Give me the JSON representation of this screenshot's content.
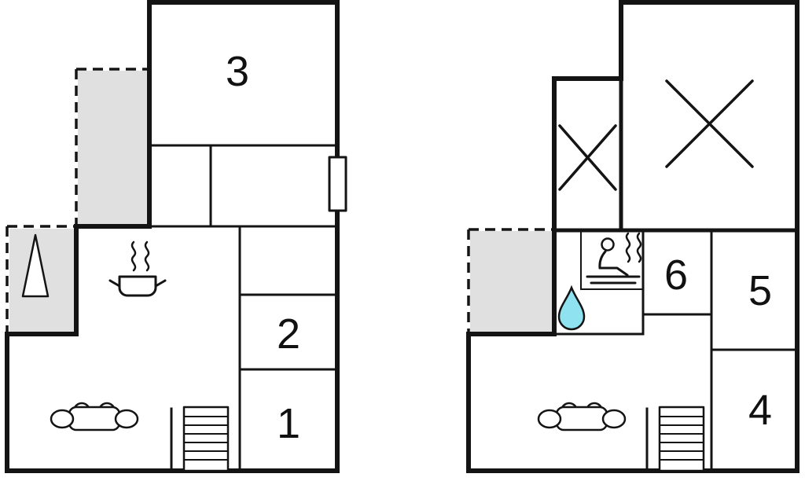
{
  "title": "Two-storey house floor plan",
  "colors": {
    "wall": "#141414",
    "terrace_fill": "#e0e0e0",
    "water_drop": "#8fe3f0",
    "background": "#ffffff"
  },
  "floor1": {
    "name": "ground-floor-plan",
    "rooms": [
      {
        "label": "3"
      },
      {
        "label": "2"
      },
      {
        "label": "1"
      }
    ],
    "features": [
      "terrace-dashed-upper",
      "terrace-dashed-lower",
      "tree-icon",
      "stove-pot-icon",
      "steam-icon",
      "window",
      "sofa-icon",
      "stairs-icon"
    ]
  },
  "floor2": {
    "name": "upper-floor-plan",
    "rooms": [
      {
        "label": "6"
      },
      {
        "label": "5"
      },
      {
        "label": "4"
      }
    ],
    "features": [
      "terrace-dashed",
      "void-x-large",
      "void-x-small",
      "sauna-person-icon",
      "steam-icon",
      "water-drop-icon",
      "sofa-icon",
      "stairs-icon"
    ]
  }
}
